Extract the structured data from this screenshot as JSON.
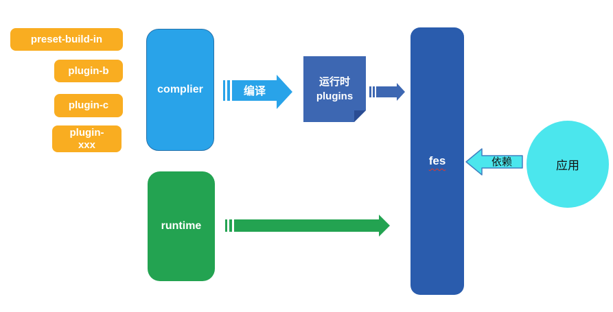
{
  "badges": [
    {
      "label": "preset-build-in"
    },
    {
      "label": "plugin-b"
    },
    {
      "label": "plugin-c"
    },
    {
      "label": [
        "plugin-",
        "xxx"
      ]
    }
  ],
  "compiler_box": {
    "label": "complier"
  },
  "runtime_box": {
    "label": "runtime"
  },
  "plugins_box": {
    "label": [
      "运行时",
      "plugins"
    ]
  },
  "fes_box": {
    "label": "fes"
  },
  "app_ellipse": {
    "label": "应用"
  },
  "arrows": {
    "compile": {
      "label": "编译"
    },
    "depend": {
      "label": "依赖"
    }
  },
  "colors": {
    "badge_orange": "#F9AD21",
    "bright_blue": "#29A3E9",
    "dark_blue": "#3D67B2",
    "fold_blue": "#2A4C93",
    "fes_blue": "#2A5CAD",
    "green": "#23A351",
    "cyan": "#4BE6ED",
    "depend_border": "#3F7FC1",
    "text_light": "#FFFFFF",
    "text_dark": "#111111",
    "spellcheck_red": "#E03A2F"
  }
}
